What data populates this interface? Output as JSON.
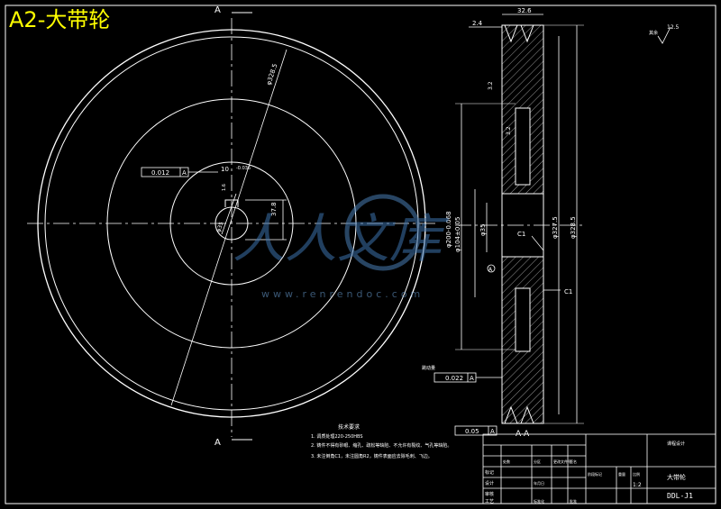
{
  "title": "A2-大带轮",
  "section": {
    "label_top": "A",
    "label_bottom": "A",
    "view_label": "A-A"
  },
  "front_view": {
    "dia_outer": "φ328.5",
    "tolerance_box": "0.012",
    "tolerance_ref": "A",
    "key_width": "10",
    "key_tol": "-0.036",
    "hub_depth": "37.8",
    "bore": "φ35",
    "small_dim": "1.6"
  },
  "side_view": {
    "top_width": "32.6",
    "left_small": "2.4",
    "finish_mark": "12.5",
    "finish_note": "其余",
    "dim_a": "φ104±0.05",
    "dim_b": "φ200-0.068",
    "dim_c": "φ35",
    "dim_d": "φ327.5",
    "dim_e": "φ328.5",
    "chamfer1": "C1",
    "chamfer2": "C1",
    "rough1": "3.2",
    "rough2": "3.2",
    "runout_box": "0.022",
    "runout_ref": "A",
    "runout_label": "跳动量",
    "flat_box": "0.05",
    "flat_ref": "A",
    "datum": "A"
  },
  "tech_req": {
    "heading": "技术要求",
    "items": [
      "1. 调质处理220-250HBS",
      "2. 铸件不得有砂眼、缩孔、疏松等缺陷、不允许有裂纹、气孔等缺陷。",
      "3. 未注倒角C1，未注圆角R2，铸件表面应去除毛刺、飞边。"
    ]
  },
  "title_block": {
    "drawing_name": "大带轮",
    "school": "课程设计",
    "scale": "1:2",
    "code": "DDL-J1",
    "rows": [
      "标记",
      "设计",
      "审核",
      "工艺"
    ],
    "cells": [
      "处数",
      "分区",
      "更改文件号",
      "签名",
      "年月日",
      "标准化",
      "批准",
      "阶段标记",
      "重量",
      "比例"
    ]
  },
  "watermark": {
    "text": "人人文库",
    "url": "www.renrendoc.com"
  }
}
